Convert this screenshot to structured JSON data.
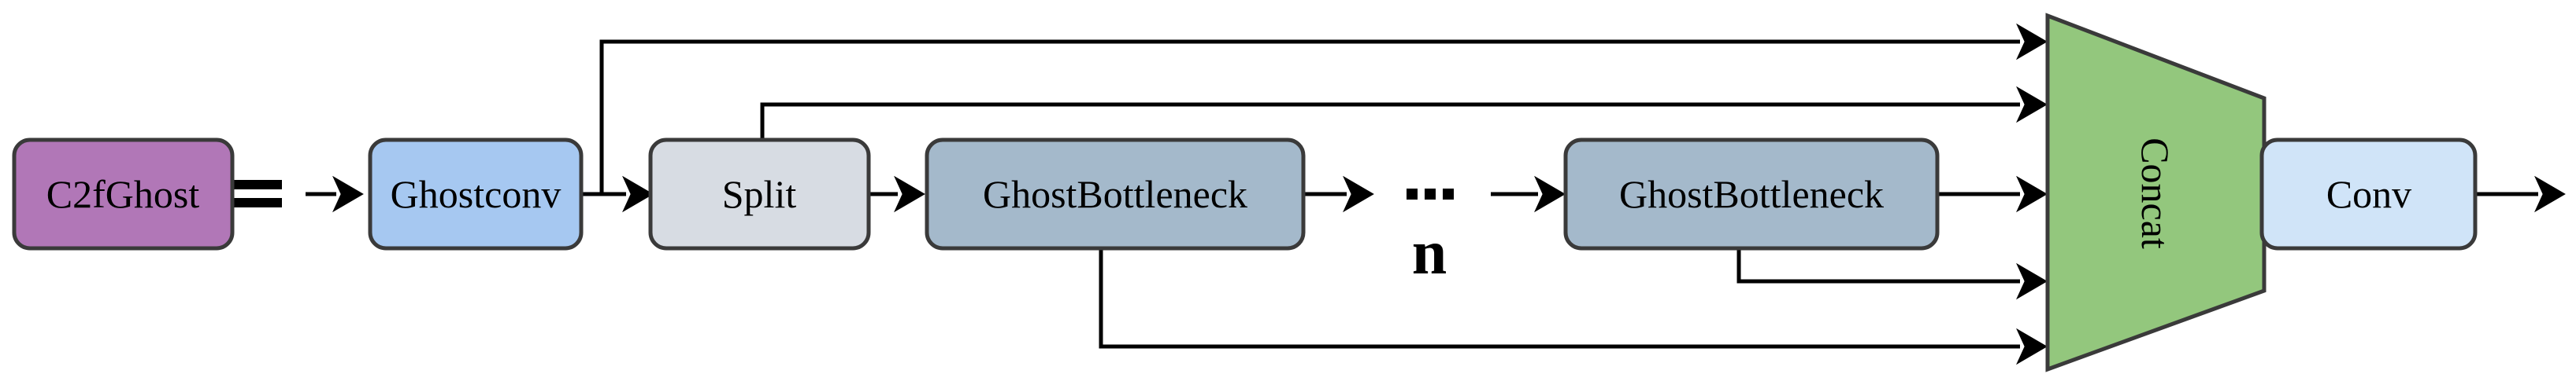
{
  "diagram": {
    "description": "C2fGhost module architecture diagram",
    "equals_sign": "=",
    "nodes": {
      "c2fghost": {
        "label": "C2fGhost",
        "fill": "#b177b7"
      },
      "ghostconv": {
        "label": "Ghostconv",
        "fill": "#a6c8f1"
      },
      "split": {
        "label": "Split",
        "fill": "#d7dce3"
      },
      "ghostbottleneck1": {
        "label": "GhostBottleneck",
        "fill": "#a4b9cb"
      },
      "ghostbottleneck2": {
        "label": "GhostBottleneck",
        "fill": "#a4b9cb"
      },
      "concat": {
        "label": "Concat",
        "fill": "#93c77d"
      },
      "conv": {
        "label": "Conv",
        "fill": "#d0e4f8"
      }
    },
    "repeat": {
      "ellipsis": "...",
      "count_label": "n"
    },
    "colors": {
      "background": "#ffffff",
      "box_border": "#3a3a3a",
      "edge_line": "#000000",
      "text": "#000000"
    }
  }
}
